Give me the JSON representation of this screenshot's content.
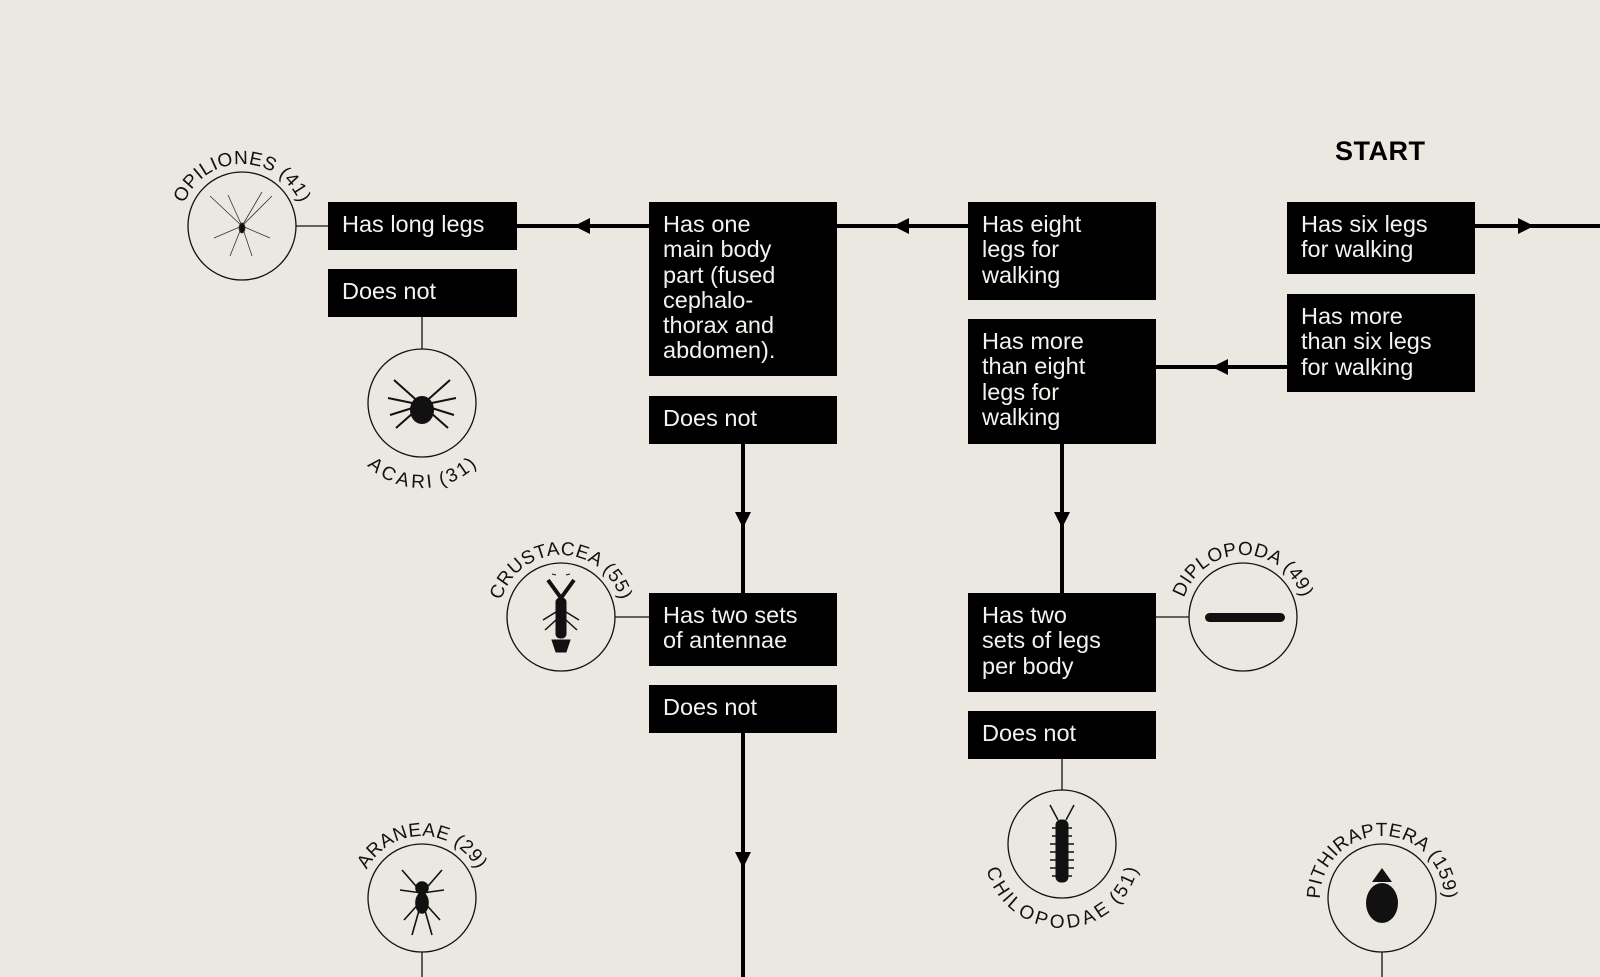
{
  "start_label": "START",
  "questions": {
    "six_legs": "Has six legs\nfor walking",
    "more_than_six": "Has more\nthan six legs\nfor walking",
    "eight_legs": "Has eight\nlegs for\nwalking",
    "more_than_eight": "Has more\nthan eight\nlegs for\nwalking",
    "one_body_part": "Has one\nmain body\npart (fused\ncephalo-\nthorax and\nabdomen).",
    "one_body_part_not": "Does not",
    "long_legs": "Has long legs",
    "long_legs_not": "Does not",
    "two_antennae": "Has two sets\nof antennae",
    "two_antennae_not": "Does not",
    "two_legs_per_body": "Has two\nsets of legs\nper body",
    "two_legs_per_body_not": "Does not"
  },
  "taxa": {
    "opiliones": "OPILIONES (41)",
    "acari": "ACARI (31)",
    "crustacea": "CRUSTACEA (55)",
    "diplopoda": "DIPLOPODA (49)",
    "chilopodae": "CHILOPODAE (51)",
    "araneae": "ARANEAE (29)",
    "pithiraptera": "PITHIRAPTERA (159)"
  },
  "colors": {
    "background": "#ebe8e2",
    "box": "#000000",
    "box_text": "#f4f2ee"
  }
}
